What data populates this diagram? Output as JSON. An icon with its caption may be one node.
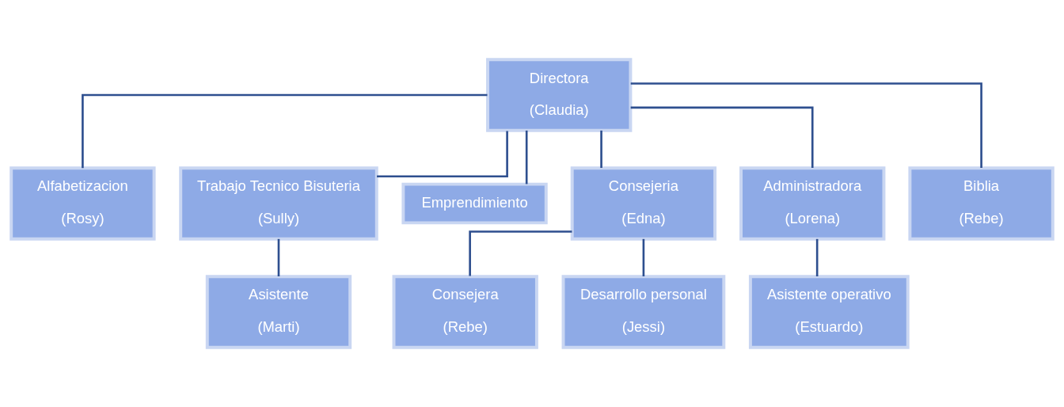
{
  "diagram": {
    "nodes": [
      {
        "text": [
          "Directora",
          "(Claudia)"
        ]
      },
      {
        "text": [
          "Alfabetizacion",
          "(Rosy)"
        ]
      },
      {
        "text": [
          "Trabajo Tecnico Bisuteria",
          "(Sully)"
        ]
      },
      {
        "text": [
          "Emprendimiento"
        ]
      },
      {
        "text": [
          "Consejeria",
          "(Edna)"
        ]
      },
      {
        "text": [
          "Administradora",
          "(Lorena)"
        ]
      },
      {
        "text": [
          "Biblia",
          "(Rebe)"
        ]
      },
      {
        "text": [
          "Asistente",
          "(Marti)"
        ]
      },
      {
        "text": [
          "Consejera",
          "(Rebe)"
        ]
      },
      {
        "text": [
          "Desarrollo personal",
          "(Jessi)"
        ]
      },
      {
        "text": [
          "Asistente operativo",
          "(Estuardo)"
        ]
      }
    ],
    "edges": [
      {
        "from": 0,
        "to": 1,
        "arrow": "none"
      },
      {
        "from": 0,
        "to": 2,
        "arrow": "none"
      },
      {
        "from": 0,
        "to": 3,
        "arrow": "none"
      },
      {
        "from": 0,
        "to": 4,
        "arrow": "none"
      },
      {
        "from": 0,
        "to": 5,
        "arrow": "none"
      },
      {
        "from": 0,
        "to": 6,
        "arrow": "none"
      },
      {
        "from": 2,
        "to": 7,
        "arrow": "none"
      },
      {
        "from": 4,
        "to": 8,
        "arrow": "none"
      },
      {
        "from": 4,
        "to": 9,
        "arrow": "none"
      },
      {
        "from": 5,
        "to": 10,
        "arrow": "none"
      }
    ]
  }
}
